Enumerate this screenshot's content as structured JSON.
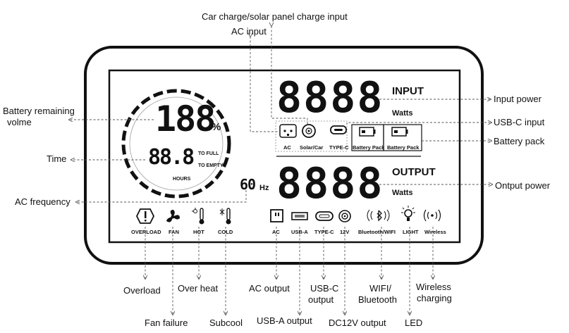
{
  "annotations": {
    "car_solar_input": "Car charge/solar panel charge input",
    "ac_input": "AC input",
    "input_power": "Input power",
    "usbc_input": "USB-C input",
    "battery_pack": "Battery pack",
    "battery_remaining_1": "Battery remaining",
    "battery_remaining_2": "volme",
    "time": "Time",
    "ac_frequency": "AC frequency",
    "output_power": "Ontput power",
    "overload": "Overload",
    "over_heat": "Over heat",
    "fan_failure": "Fan failure",
    "subcool": "Subcool",
    "ac_output": "AC output",
    "usba_output": "USB-A output",
    "usbc_output_1": "USB-C",
    "usbc_output_2": "output",
    "dc12v_output": "DC12V output",
    "wifi_bt_1": "WIFI/",
    "wifi_bt_2": "Bluetooth",
    "led": "LED",
    "wireless_1": "Wireless",
    "wireless_2": "charging"
  },
  "display": {
    "percent_digits": "188",
    "percent_unit": "%",
    "time_digits": "88.8",
    "to_full": "TO FULL",
    "to_empty": "TO EMPTY",
    "hours": "HOURS",
    "hz_digits": "60",
    "hz_unit": "Hz",
    "input_digits": "8888",
    "input_title": "INPUT",
    "input_unit": "Watts",
    "output_digits": "8888",
    "output_title": "OUTPUT",
    "output_unit": "Watts",
    "input_icons": [
      "AC",
      "Solar/Car",
      "TYPE-C",
      "Battery Pack",
      "Battery Pack"
    ],
    "status_icons": [
      "OVERLOAD",
      "FAN",
      "HOT",
      "COLD"
    ],
    "output_icons": [
      "AC",
      "USB-A",
      "TYPE-C",
      "12V",
      "Bluetooth/WIFI",
      "LIGHT",
      "Wireless"
    ]
  },
  "colors": {
    "ink": "#111111",
    "leader": "#555555",
    "background": "#ffffff"
  }
}
